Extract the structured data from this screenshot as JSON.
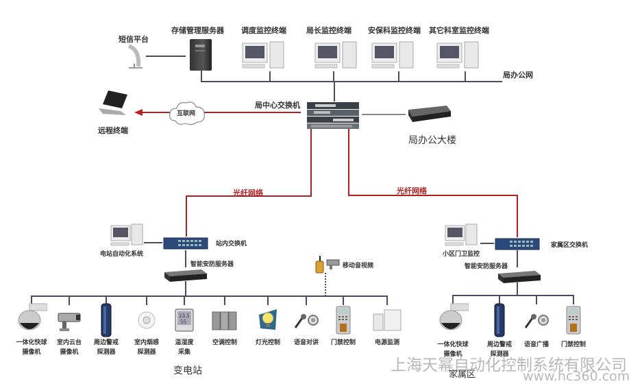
{
  "top": {
    "sms_platform": "短信平台",
    "storage_server": "存储管理服务器",
    "terminals": [
      "调度监控终端",
      "局长监控终端",
      "安保科监控终端",
      "其它科室监控终端"
    ],
    "office_network": "局办公网"
  },
  "center": {
    "remote_terminal": "远程终端",
    "internet": "互联网",
    "core_switch": "局中心交换机",
    "office_building": "局办公大楼",
    "fiber_left": "光纤网络",
    "fiber_right": "光纤网络"
  },
  "substation": {
    "automation": "电站自动化系统",
    "switch": "站内交换机",
    "security_server": "智能安防服务器",
    "mobile_av": "移动音视频",
    "title": "变电站",
    "devices": [
      {
        "line1": "一体化快球",
        "line2": "摄像机",
        "icon": "dome-camera-icon"
      },
      {
        "line1": "室内云台",
        "line2": "摄像机",
        "icon": "ptz-camera-icon"
      },
      {
        "line1": "周边警戒",
        "line2": "探测器",
        "icon": "perimeter-detector-icon"
      },
      {
        "line1": "室内烟感",
        "line2": "探测器",
        "icon": "smoke-detector-icon"
      },
      {
        "line1": "温湿度",
        "line2": "采集",
        "icon": "thermo-hygrometer-icon"
      },
      {
        "line1": "空调控制",
        "line2": "",
        "icon": "air-conditioner-icon"
      },
      {
        "line1": "灯光控制",
        "line2": "",
        "icon": "light-bulb-icon"
      },
      {
        "line1": "语音对讲",
        "line2": "",
        "icon": "microphone-speaker-icon"
      },
      {
        "line1": "门禁控制",
        "line2": "",
        "icon": "access-control-icon"
      },
      {
        "line1": "电源监测",
        "line2": "",
        "icon": "ups-power-icon"
      }
    ]
  },
  "residential": {
    "gate_monitor": "小区门卫监控",
    "switch": "家属区交换机",
    "security_server": "智能安防服务器",
    "title": "家属区",
    "devices": [
      {
        "line1": "一体化快球",
        "line2": "摄像机",
        "icon": "dome-camera-icon"
      },
      {
        "line1": "周边警戒",
        "line2": "探测器",
        "icon": "perimeter-detector-icon"
      },
      {
        "line1": "语音广播",
        "line2": "",
        "icon": "microphone-speaker-icon"
      },
      {
        "line1": "门禁控制",
        "line2": "",
        "icon": "access-control-icon"
      }
    ]
  },
  "watermark": {
    "company": "上海天幂自动化控制系统有限公司",
    "url": "www.hc360.com"
  }
}
